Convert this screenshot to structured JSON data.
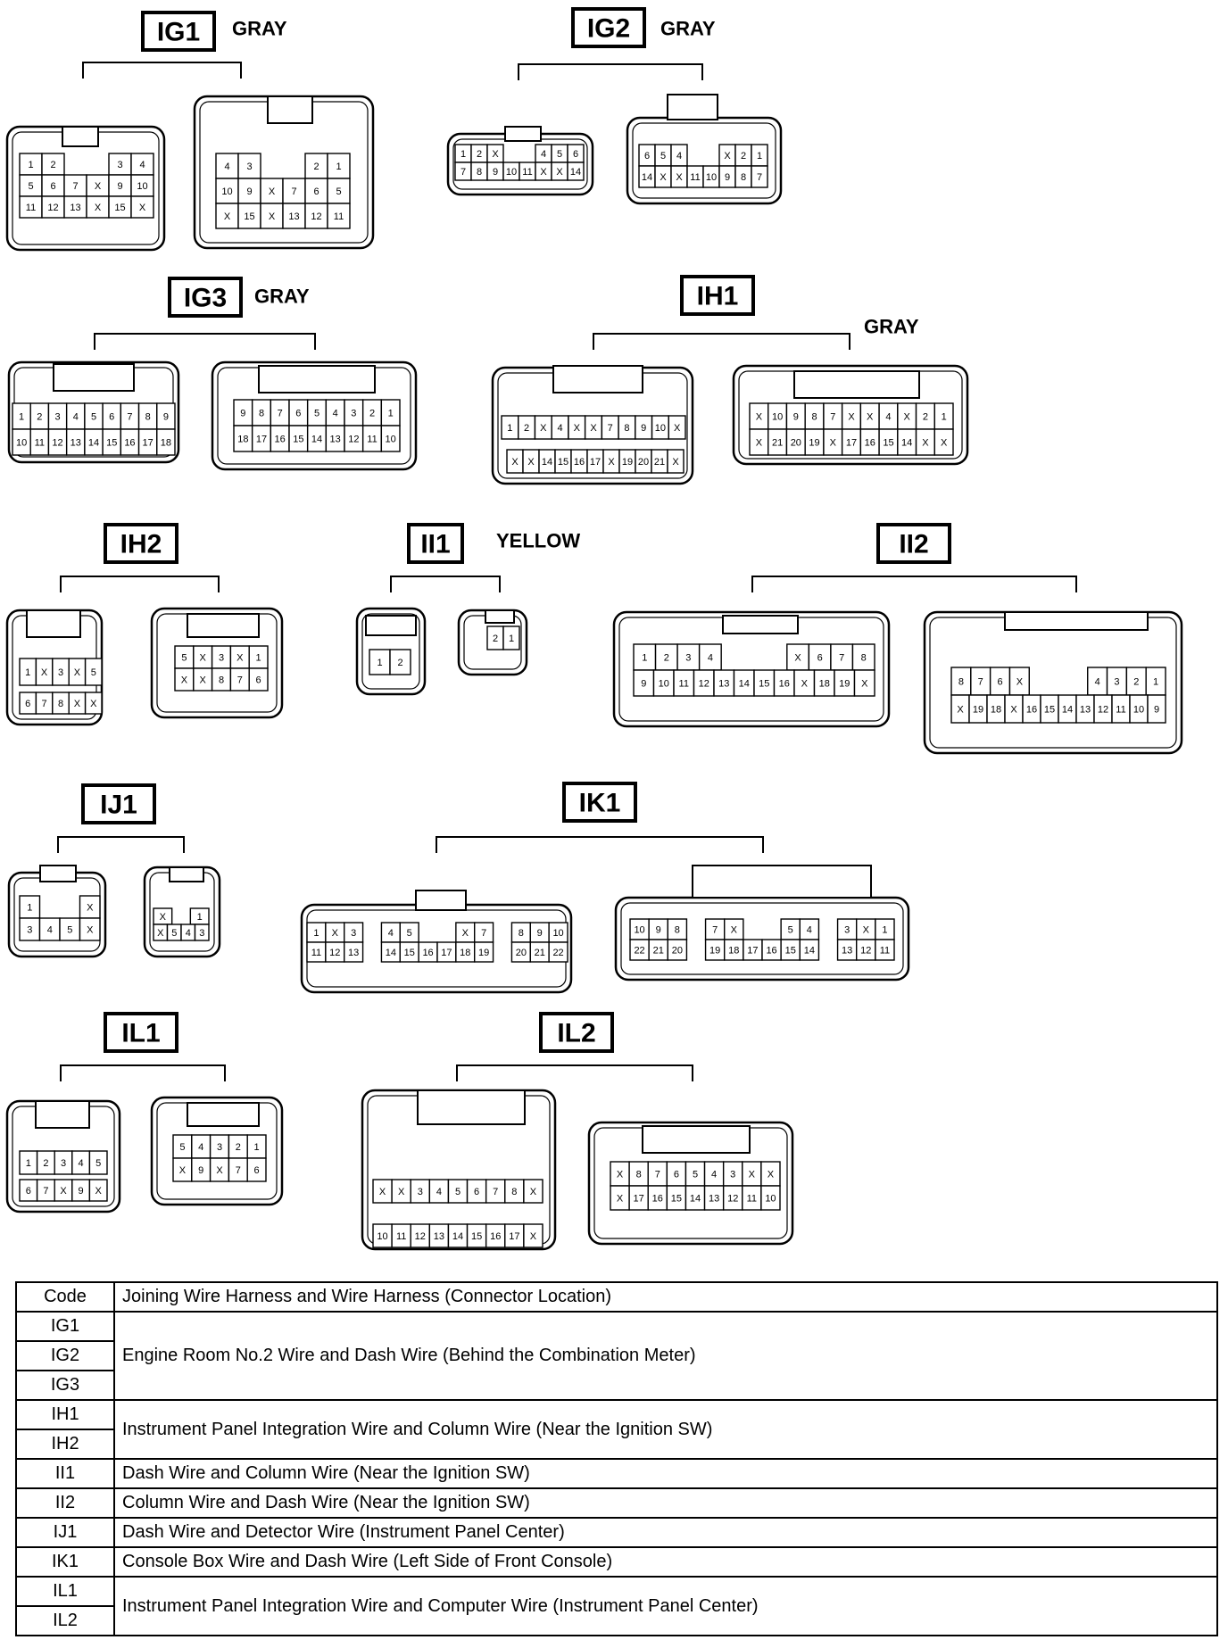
{
  "connectors": [
    {
      "code": "IG1",
      "color": "GRAY",
      "views": [
        {
          "rows": [
            [
              "1",
              "2",
              "",
              "",
              "3",
              "4"
            ],
            [
              "5",
              "6",
              "7",
              "X",
              "9",
              "10"
            ],
            [
              "11",
              "12",
              "13",
              "X",
              "15",
              "X"
            ]
          ]
        },
        {
          "rows": [
            [
              "4",
              "3",
              "",
              "",
              "2",
              "1"
            ],
            [
              "10",
              "9",
              "X",
              "7",
              "6",
              "5"
            ],
            [
              "X",
              "15",
              "X",
              "13",
              "12",
              "11"
            ]
          ]
        }
      ]
    },
    {
      "code": "IG2",
      "color": "GRAY",
      "views": [
        {
          "rows": [
            [
              "1",
              "2",
              "X",
              "",
              "",
              "4",
              "5",
              "6"
            ],
            [
              "7",
              "8",
              "9",
              "10",
              "11",
              "X",
              "X",
              "14"
            ]
          ]
        },
        {
          "rows": [
            [
              "6",
              "5",
              "4",
              "",
              "",
              "X",
              "2",
              "1"
            ],
            [
              "14",
              "X",
              "X",
              "11",
              "10",
              "9",
              "8",
              "7"
            ]
          ]
        }
      ]
    },
    {
      "code": "IG3",
      "color": "GRAY",
      "views": [
        {
          "rows": [
            [
              "1",
              "2",
              "3",
              "4",
              "5",
              "6",
              "7",
              "8",
              "9"
            ],
            [
              "10",
              "11",
              "12",
              "13",
              "14",
              "15",
              "16",
              "17",
              "18"
            ]
          ]
        },
        {
          "rows": [
            [
              "9",
              "8",
              "7",
              "6",
              "5",
              "4",
              "3",
              "2",
              "1"
            ],
            [
              "18",
              "17",
              "16",
              "15",
              "14",
              "13",
              "12",
              "11",
              "10"
            ]
          ]
        }
      ]
    },
    {
      "code": "IH1",
      "color": "GRAY",
      "views": [
        {
          "rows": [
            [
              "1",
              "2",
              "X",
              "4",
              "X",
              "X",
              "7",
              "8",
              "9",
              "10",
              "X"
            ],
            [
              "X",
              "X",
              "14",
              "15",
              "16",
              "17",
              "X",
              "19",
              "20",
              "21",
              "X"
            ]
          ]
        },
        {
          "rows": [
            [
              "X",
              "10",
              "9",
              "8",
              "7",
              "X",
              "X",
              "4",
              "X",
              "2",
              "1"
            ],
            [
              "X",
              "21",
              "20",
              "19",
              "X",
              "17",
              "16",
              "15",
              "14",
              "X",
              "X"
            ]
          ]
        }
      ]
    },
    {
      "code": "IH2",
      "color": "",
      "views": [
        {
          "rows": [
            [
              "1",
              "X",
              "3",
              "X",
              "5"
            ],
            [
              "6",
              "7",
              "8",
              "X",
              "X"
            ]
          ]
        },
        {
          "rows": [
            [
              "5",
              "X",
              "3",
              "X",
              "1"
            ],
            [
              "X",
              "X",
              "8",
              "7",
              "6"
            ]
          ]
        }
      ]
    },
    {
      "code": "II1",
      "color": "YELLOW",
      "views": [
        {
          "rows": [
            [
              "1",
              "2"
            ]
          ]
        },
        {
          "rows": [
            [
              "2",
              "1"
            ]
          ]
        }
      ]
    },
    {
      "code": "II2",
      "color": "",
      "views": [
        {
          "rows": [
            [
              "1",
              "2",
              "3",
              "4",
              "",
              "",
              "",
              "X",
              "6",
              "7",
              "8"
            ],
            [
              "9",
              "10",
              "11",
              "12",
              "13",
              "14",
              "15",
              "16",
              "X",
              "18",
              "19",
              "X"
            ]
          ]
        },
        {
          "rows": [
            [
              "8",
              "7",
              "6",
              "X",
              "",
              "",
              "",
              "4",
              "3",
              "2",
              "1"
            ],
            [
              "X",
              "19",
              "18",
              "X",
              "16",
              "15",
              "14",
              "13",
              "12",
              "11",
              "10",
              "9"
            ]
          ]
        }
      ]
    },
    {
      "code": "IJ1",
      "color": "",
      "views": [
        {
          "rows": [
            [
              "1",
              "",
              "",
              "X"
            ],
            [
              "3",
              "4",
              "5",
              "X"
            ]
          ]
        },
        {
          "rows": [
            [
              "X",
              "",
              "1"
            ],
            [
              "X",
              "5",
              "4",
              "3"
            ]
          ]
        }
      ]
    },
    {
      "code": "IK1",
      "color": "",
      "views": [
        {
          "rows": [
            [
              "1",
              "X",
              "3",
              "",
              "4",
              "5",
              "",
              "",
              "X",
              "7",
              "",
              "8",
              "9",
              "10"
            ],
            [
              "11",
              "12",
              "13",
              "",
              "14",
              "15",
              "16",
              "17",
              "18",
              "19",
              "",
              "20",
              "21",
              "22"
            ]
          ]
        },
        {
          "rows": [
            [
              "10",
              "9",
              "8",
              "",
              "7",
              "X",
              "",
              "",
              "5",
              "4",
              "",
              "3",
              "X",
              "1"
            ],
            [
              "22",
              "21",
              "20",
              "",
              "19",
              "18",
              "17",
              "16",
              "15",
              "14",
              "",
              "13",
              "12",
              "11"
            ]
          ]
        }
      ]
    },
    {
      "code": "IL1",
      "color": "",
      "views": [
        {
          "rows": [
            [
              "1",
              "2",
              "3",
              "4",
              "5"
            ],
            [
              "6",
              "7",
              "X",
              "9",
              "X"
            ]
          ]
        },
        {
          "rows": [
            [
              "5",
              "4",
              "3",
              "2",
              "1"
            ],
            [
              "X",
              "9",
              "X",
              "7",
              "6"
            ]
          ]
        }
      ]
    },
    {
      "code": "IL2",
      "color": "",
      "views": [
        {
          "rows": [
            [
              "X",
              "X",
              "3",
              "4",
              "5",
              "6",
              "7",
              "8",
              "X"
            ],
            [
              "10",
              "11",
              "12",
              "13",
              "14",
              "15",
              "16",
              "17",
              "X"
            ]
          ]
        },
        {
          "rows": [
            [
              "X",
              "8",
              "7",
              "6",
              "5",
              "4",
              "3",
              "X",
              "X"
            ],
            [
              "X",
              "17",
              "16",
              "15",
              "14",
              "13",
              "12",
              "11",
              "10"
            ]
          ]
        }
      ]
    }
  ],
  "legend": {
    "header_code": "Code",
    "header_desc": "Joining Wire Harness and Wire Harness (Connector Location)",
    "rows": [
      {
        "codes": [
          "IG1",
          "IG2",
          "IG3"
        ],
        "desc": "Engine Room No.2 Wire and Dash Wire (Behind the Combination Meter)"
      },
      {
        "codes": [
          "IH1",
          "IH2"
        ],
        "desc": "Instrument Panel Integration Wire and Column Wire (Near the Ignition SW)"
      },
      {
        "codes": [
          "II1"
        ],
        "desc": "Dash Wire and Column Wire (Near the Ignition SW)"
      },
      {
        "codes": [
          "II2"
        ],
        "desc": "Column Wire and Dash Wire (Near the Ignition SW)"
      },
      {
        "codes": [
          "IJ1"
        ],
        "desc": "Dash Wire and Detector Wire (Instrument Panel Center)"
      },
      {
        "codes": [
          "IK1"
        ],
        "desc": "Console Box Wire and Dash Wire (Left Side of Front Console)"
      },
      {
        "codes": [
          "IL1",
          "IL2"
        ],
        "desc": "Instrument Panel Integration Wire and Computer Wire (Instrument Panel Center)"
      }
    ]
  }
}
